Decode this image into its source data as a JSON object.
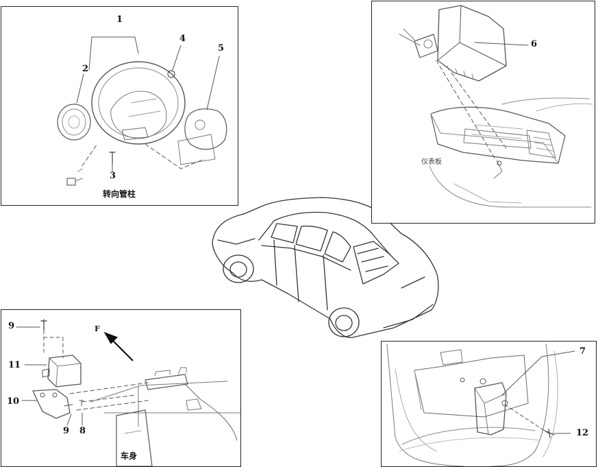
{
  "callouts": {
    "steering_wheel_assy": "1",
    "clock_spring": "2",
    "screw": "3",
    "nut": "4",
    "driver_airbag_module": "5",
    "passenger_airbag_module": "6",
    "bracket_7": "7",
    "bolt_8": "8",
    "fastener_9a": "9",
    "fastener_9b": "9",
    "bracket_10": "10",
    "control_unit_11": "11",
    "bolt_12": "12"
  },
  "captions": {
    "steering_column": "转向管柱",
    "instrument_panel": "仪表板",
    "body": "车身",
    "front_direction": "F"
  }
}
